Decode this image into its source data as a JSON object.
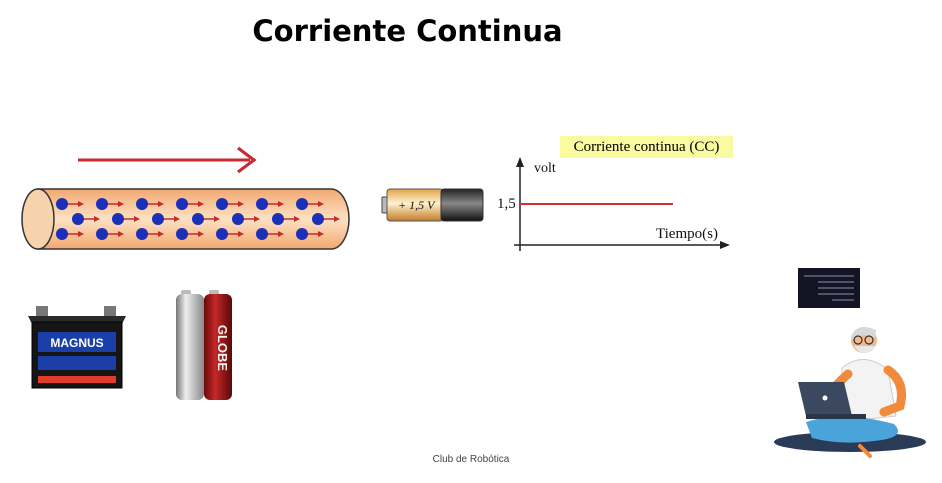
{
  "slide": {
    "title": "Corriente Continua",
    "footer": "Club de Robótica"
  },
  "battery_small": {
    "label": "+ 1,5 V"
  },
  "graph": {
    "badge": "Corriente continua (CC)",
    "y_axis_label": "volt",
    "x_axis_label": "Tiempo(s)",
    "level_label": "1,5"
  },
  "colors": {
    "arrow": "#c8282e",
    "tube_fill": "#f6c79a",
    "electron": "#1c2fb8",
    "graph_line": "#d03030",
    "badge_bg": "#fafaa0"
  },
  "images": {
    "car_battery_brand": "MAGNUS",
    "aa_battery_brand": "GLOBE"
  }
}
